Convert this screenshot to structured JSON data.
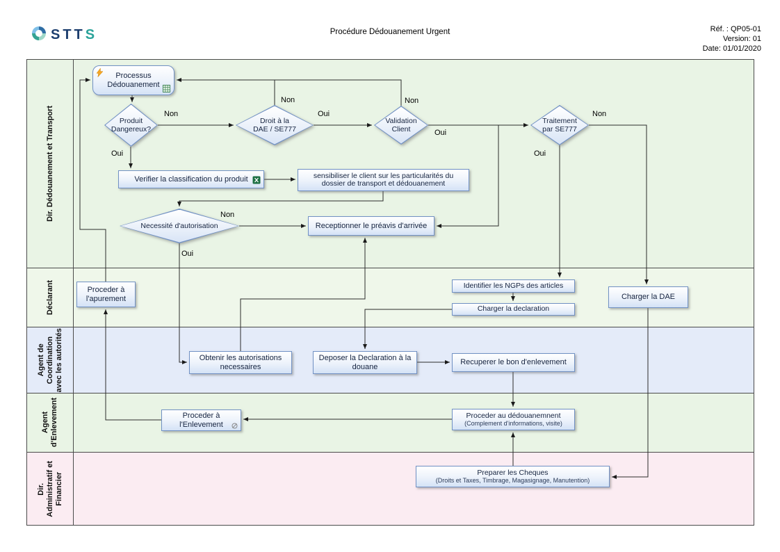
{
  "header": {
    "logo": {
      "part1": "STT",
      "part2": "S"
    },
    "title": "Procédure Dédouanement Urgent",
    "ref": "Réf. : QP05-01",
    "version": "Version: 01",
    "date": "Date: 01/01/2020"
  },
  "colors": {
    "lane_green": "#e9f4e5",
    "lane_blue": "#e4ebf9",
    "lane_pink": "#fbecf2",
    "node_border": "#7191c4",
    "node_fill_bottom": "#d4e2f6",
    "logo_navy": "#1c3e6e",
    "logo_teal": "#2ba39a"
  },
  "lanes": [
    {
      "label": "Dir. Dédouanement et Transport"
    },
    {
      "label": "Déclarant"
    },
    {
      "label": "Agent de\nCoordination\navec les autorités"
    },
    {
      "label": "Agent\nd'Enlevement"
    },
    {
      "label": "Dir.\nAdministratif et\nFinancier"
    }
  ],
  "nodes": {
    "start": {
      "label": "Processus\nDédouanement"
    },
    "produit_dangereux": {
      "label": "Produit\nDangereux?"
    },
    "droit_dae": {
      "label": "Droit à la\nDAE / SE777"
    },
    "validation_client": {
      "label": "Validation\nClient"
    },
    "traitement_se777": {
      "label": "Traitement\npar SE777"
    },
    "verifier_classification": {
      "label": "Verifier la classification du produit"
    },
    "sensibiliser_client": {
      "label": "sensibiliser le client sur les particularités du\ndossier de transport et dédouanement"
    },
    "necessite_autorisation": {
      "label": "Necessité d'autorisation"
    },
    "receptionner_preavis": {
      "label": "Receptionner le préavis d'arrivée"
    },
    "proceder_apurement": {
      "label": "Proceder à\nl'apurement"
    },
    "identifier_ngps": {
      "label": "Identifier les NGPs des articles"
    },
    "charger_declaration": {
      "label": "Charger la declaration"
    },
    "charger_dae": {
      "label": "Charger la DAE"
    },
    "obtenir_autorisations": {
      "label": "Obtenir les autorisations\nnecessaires"
    },
    "deposer_declaration": {
      "label": "Deposer la Declaration à la\ndouane"
    },
    "recuperer_bon": {
      "label": "Recuperer le bon d'enlevement"
    },
    "proceder_enlevement": {
      "label": "Proceder à\nl'Enlevement"
    },
    "proceder_dedouanement": {
      "label": "Proceder au dédouanemnent",
      "sublabel": "(Complement d'informations, visite)"
    },
    "preparer_cheques": {
      "label": "Preparer les Cheques",
      "sublabel": "(Droits et Taxes, Timbrage, Magasignage, Manutention)"
    }
  },
  "edge_labels": [
    {
      "text": "Non"
    },
    {
      "text": "Oui"
    },
    {
      "text": "Non"
    },
    {
      "text": "Oui"
    },
    {
      "text": "Non"
    },
    {
      "text": "Oui"
    },
    {
      "text": "Non"
    },
    {
      "text": "Oui"
    },
    {
      "text": "Non"
    },
    {
      "text": "Oui"
    }
  ]
}
